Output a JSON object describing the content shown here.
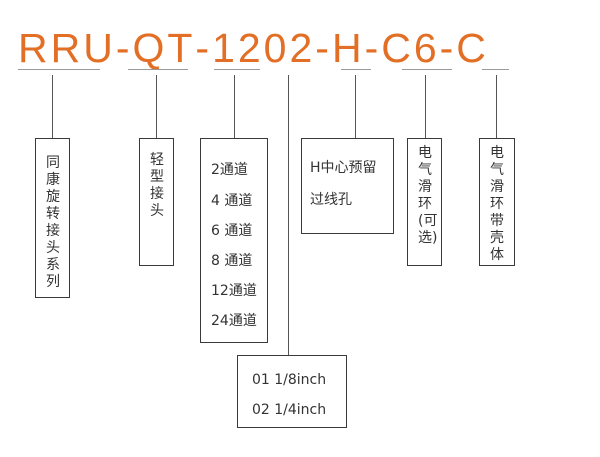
{
  "model_code": {
    "segments": [
      "RRU",
      "-",
      "QT",
      "-",
      "1202",
      "-",
      "H",
      "-",
      "C6",
      "-",
      "C"
    ],
    "color": "#e26f25"
  },
  "boxes": {
    "series": "同康旋转接头系列",
    "type": "轻型接头",
    "channels": [
      "2通道",
      "4 通道",
      "6 通道",
      "8 通道",
      "12通道",
      "24通道"
    ],
    "hole": [
      "H中心预留",
      "过线孔"
    ],
    "slip_ring": "电气滑环(可选)",
    "housing": "电气滑环带壳体",
    "size": [
      "01 1/8inch",
      "02 1/4inch"
    ]
  },
  "colors": {
    "text": "#333333",
    "border": "#3a3a3a",
    "line": "#555555",
    "underline": "#9a9a9a"
  }
}
